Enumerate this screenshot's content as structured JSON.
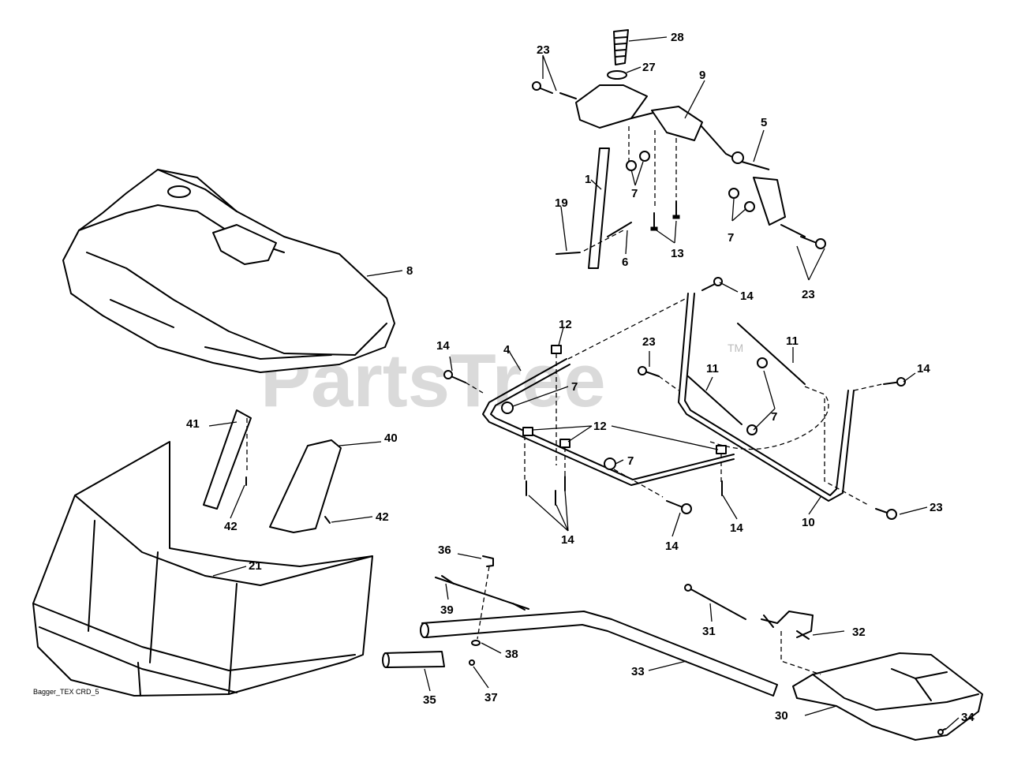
{
  "diagram": {
    "watermark": "PartsTree",
    "watermark_mark": "TM",
    "caption": "Bagger_TEX CRD_5",
    "callouts": [
      {
        "id": "c1",
        "label": "1"
      },
      {
        "id": "c4",
        "label": "4"
      },
      {
        "id": "c5",
        "label": "5"
      },
      {
        "id": "c6",
        "label": "6"
      },
      {
        "id": "c7a",
        "label": "7"
      },
      {
        "id": "c7b",
        "label": "7"
      },
      {
        "id": "c7c",
        "label": "7"
      },
      {
        "id": "c7d",
        "label": "7"
      },
      {
        "id": "c7e",
        "label": "7"
      },
      {
        "id": "c8",
        "label": "8"
      },
      {
        "id": "c9",
        "label": "9"
      },
      {
        "id": "c10",
        "label": "10"
      },
      {
        "id": "c11a",
        "label": "11"
      },
      {
        "id": "c11b",
        "label": "11"
      },
      {
        "id": "c12a",
        "label": "12"
      },
      {
        "id": "c12b",
        "label": "12"
      },
      {
        "id": "c13",
        "label": "13"
      },
      {
        "id": "c14a",
        "label": "14"
      },
      {
        "id": "c14b",
        "label": "14"
      },
      {
        "id": "c14c",
        "label": "14"
      },
      {
        "id": "c14d",
        "label": "14"
      },
      {
        "id": "c14e",
        "label": "14"
      },
      {
        "id": "c14f",
        "label": "14"
      },
      {
        "id": "c19",
        "label": "19"
      },
      {
        "id": "c21",
        "label": "21"
      },
      {
        "id": "c23a",
        "label": "23"
      },
      {
        "id": "c23b",
        "label": "23"
      },
      {
        "id": "c23c",
        "label": "23"
      },
      {
        "id": "c23d",
        "label": "23"
      },
      {
        "id": "c27",
        "label": "27"
      },
      {
        "id": "c28",
        "label": "28"
      },
      {
        "id": "c30",
        "label": "30"
      },
      {
        "id": "c31",
        "label": "31"
      },
      {
        "id": "c32",
        "label": "32"
      },
      {
        "id": "c33",
        "label": "33"
      },
      {
        "id": "c34",
        "label": "34"
      },
      {
        "id": "c35",
        "label": "35"
      },
      {
        "id": "c36",
        "label": "36"
      },
      {
        "id": "c37",
        "label": "37"
      },
      {
        "id": "c38",
        "label": "38"
      },
      {
        "id": "c39",
        "label": "39"
      },
      {
        "id": "c40",
        "label": "40"
      },
      {
        "id": "c41",
        "label": "41"
      },
      {
        "id": "c42a",
        "label": "42"
      },
      {
        "id": "c42b",
        "label": "42"
      }
    ]
  }
}
